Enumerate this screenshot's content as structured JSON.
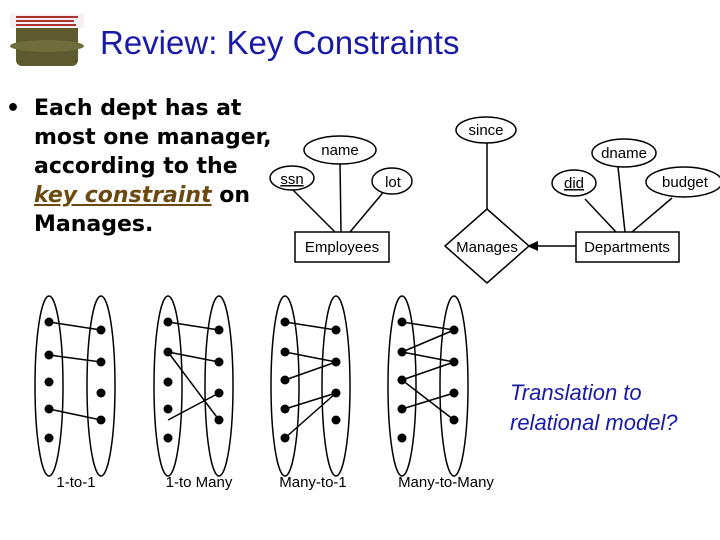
{
  "slide": {
    "title": "Review: Key Constraints",
    "bullet": {
      "pre": "Each dept has at most one manager, according to the ",
      "key": "key constraint",
      "post": " on Manages."
    },
    "note_line1": "Translation to",
    "note_line2": "relational model?"
  },
  "er": {
    "attributes": [
      "ssn",
      "name",
      "lot",
      "since",
      "did",
      "dname",
      "budget"
    ],
    "entities": [
      "Employees",
      "Departments"
    ],
    "relationship": "Manages"
  },
  "mappings": [
    {
      "caption": "1-to-1"
    },
    {
      "caption": "1-to Many"
    },
    {
      "caption": "Many-to-1"
    },
    {
      "caption": "Many-to-Many"
    }
  ],
  "colors": {
    "title": "#1a1aa8",
    "key_constraint": "#6b4a12",
    "logo": "#5c5a2e"
  }
}
